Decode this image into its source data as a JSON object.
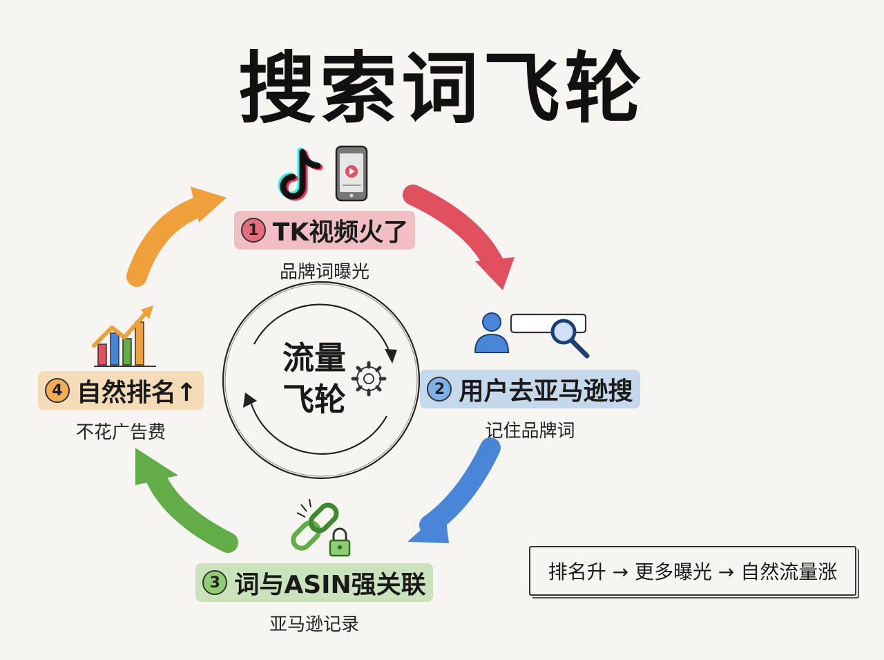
{
  "title": "搜索词飞轮",
  "center": {
    "line1": "流量",
    "line2": "飞轮"
  },
  "steps": [
    {
      "num": "1",
      "label": "TK视频火了",
      "sub": "品牌词曝光",
      "color": "#e0505f"
    },
    {
      "num": "2",
      "label": "用户去亚马逊搜",
      "sub": "记住品牌词",
      "color": "#4a86d8"
    },
    {
      "num": "3",
      "label": "词与ASIN强关联",
      "sub": "亚马逊记录",
      "color": "#62ad47"
    },
    {
      "num": "4",
      "label": "自然排名↑",
      "sub": "不花广告费",
      "color": "#f0a03a"
    }
  ],
  "note": "排名升 → 更多曝光 → 自然流量涨",
  "icons": [
    "tiktok-icon",
    "phone-video-icon",
    "user-icon",
    "search-bar-icon",
    "magnifier-icon",
    "link-icon",
    "lock-icon",
    "growth-chart-icon",
    "gear-icon"
  ]
}
